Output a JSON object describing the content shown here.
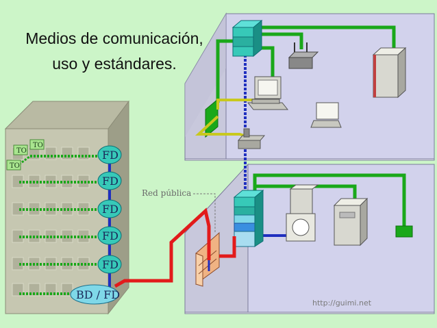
{
  "slide": {
    "title_line1": "Medios de comunicación,",
    "title_line2": "uso y estándares."
  },
  "diagram": {
    "floor_distributors": [
      "FD",
      "FD",
      "FD",
      "FD",
      "FD"
    ],
    "building_distributor": "BD / FD",
    "telecom_outlets": [
      "TO",
      "TO",
      "TO"
    ],
    "public_network_label": "Red pública",
    "watermark": "http://guimi.net"
  },
  "colors": {
    "background": "#ccf5c8",
    "backbone": "#1f2fbf",
    "horizontal_cable": "#1aa81a",
    "external_link": "#e21b1b",
    "patch_cable": "#c8c81e",
    "distributor": "#7fd8e8"
  }
}
